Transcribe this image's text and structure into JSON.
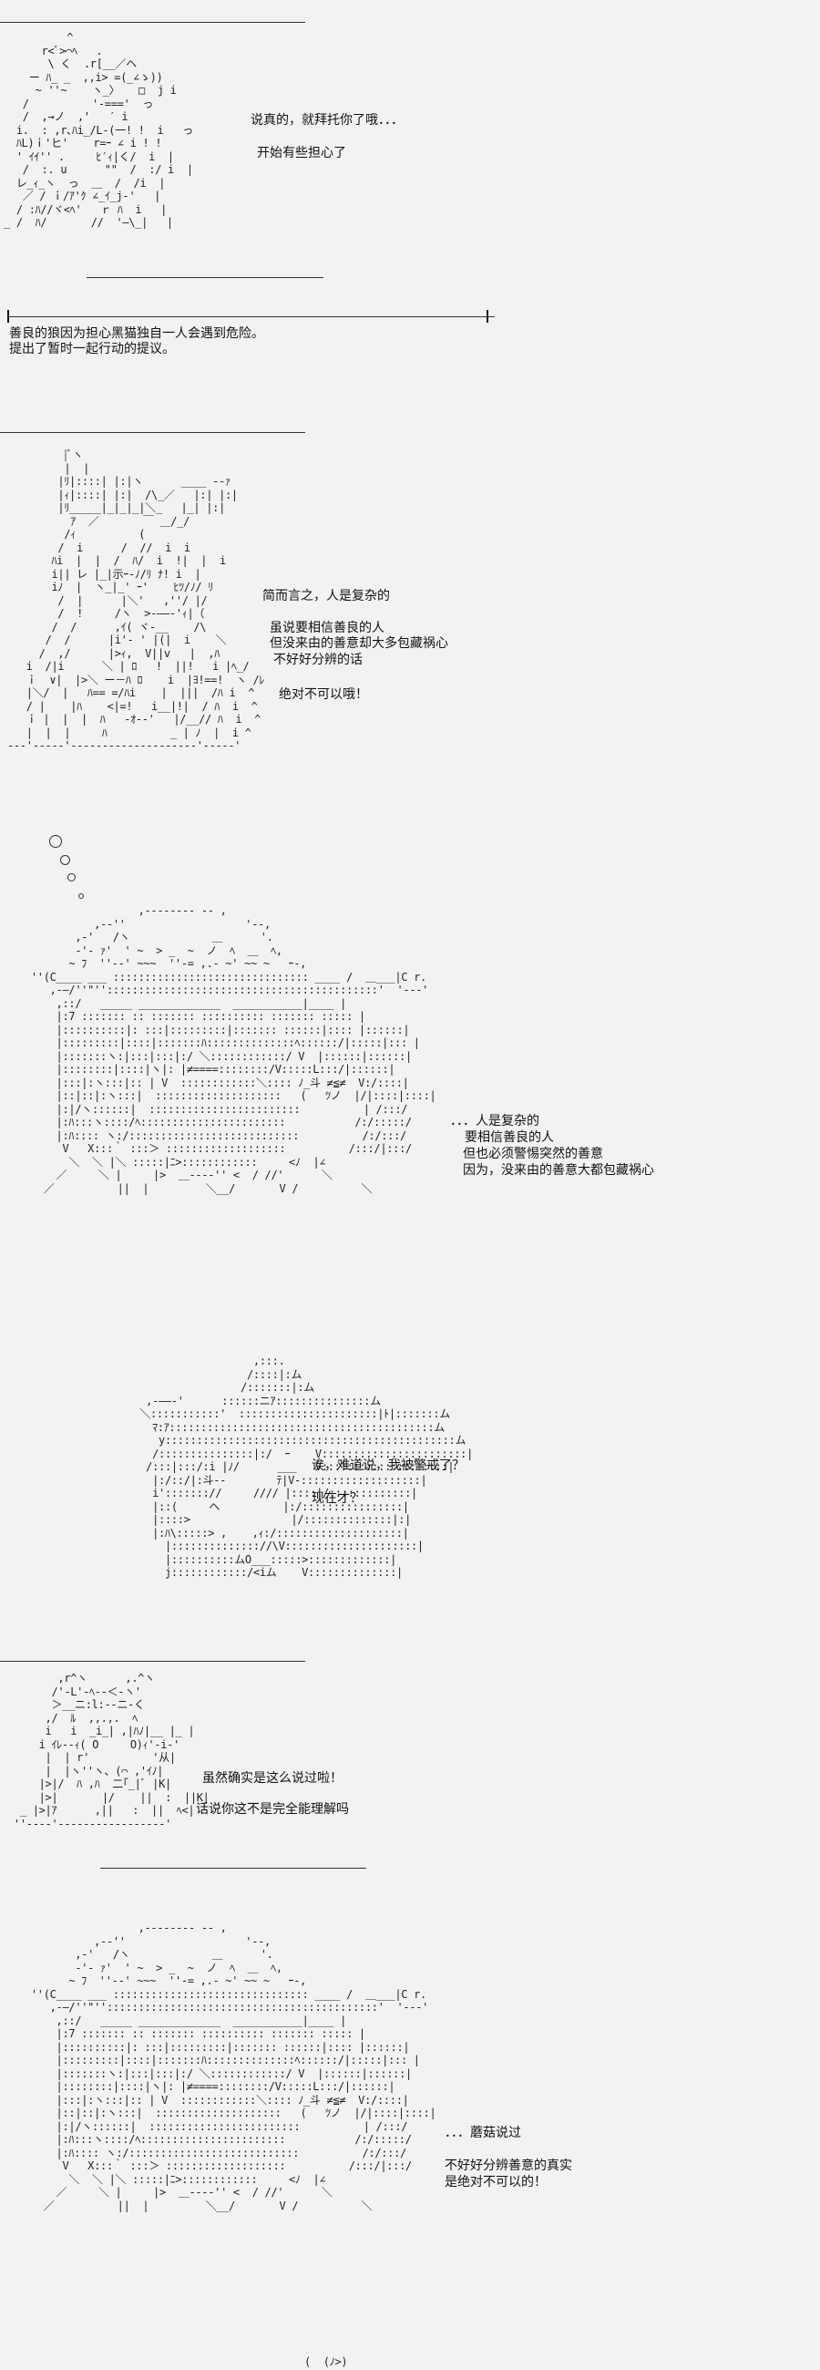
{
  "panels": [
    {
      "art": "          ^\n      r<ﾞ>⌒ﾍ   .\n       \\ く  .r[__／ヘ\n    ー ﾊ_ _  ,,i> =(_∠ゝ))\n     ~ ''~    ヽ_〉   □  j i\n   /          '-==='  っ\n   /  ,→ノ  ,'   ′ i\n  i.  : ,r､ﾊi_/L-(一! !  i   っ\n  ﾊL)ｉ'ヒ'    r=ｰ ∠ i ! !\n  ' ｲｲ'' .     ﾋ′ｨ|く/  i  |\n   /  :. u      \"\"  /  :/ i  |\n  レ_ｨ_ヽ  っ  ＿  /  /i  |\n   ／ / ｉ/ｱ'ｸ ∠_ｲ_j-'   |\n  / :ﾊ//ヾ<ﾍ'   ｒ ﾊ  i   |\n_ /  ﾊ/       //  '―\\_|   |",
      "lines": [
        "说真的，就拜托你了哦．．．",
        "开始有些担心了"
      ]
    },
    {
      "narration": [
        "善良的狼因为担心黑猫独自一人会遇到危险。",
        "提出了暂时一起行动的提议。"
      ]
    },
    {
      "art": "         |ﾞヽ\n         |  |\n        |ﾘ|::::| |:|ヽ      ____ --ｧ\n        |ｨ|::::| |:|  /\\_／   |:| |:|\n        |ﾘ_____|_|_|_|＼_   |_| |:|\n          ｱ  ／       ￣ ＿/_/\n         /ｨ          (\n        /  i      /  //  i  i\n       ﾊi  |  |  /  ﾊ/  i  !|  |  i\n       i|| レ |_|示ｰ-ﾉ/ﾘ ﾅ! i  |\n       iﾉ  |  ヽ_|_' ｰ'    ﾋﾂ/ﾉ/ ﾘ\n        /  |      |＼'   ,''/ |/\n        /  !     /ヽ  >-――-'ｨ|（\n       /  /      ,ｲ( ヾ-__    /\\\n      /  /      |i'- ' |(|  i    ＼\n     /  ,/      |>ｨ,  V||v   |  ,ﾊ\n   i  /|i      ＼ | ﾛ   !  ||!   i |ﾍ_/\n   ｉ  ∨|  |>＼ ー－ﾊ ﾛ    i  |ﾖ!==!  ヽ /ﾚ\n   |＼/  |   ﾊ== =/ﾊi    |  |||  /ﾊ i  ^\n   / |    |ﾊ    <|=!   i__|!|  / ﾊ  i  ^\n   ｉ |  |  |  ﾊ   -ｵ--'   |/__// ﾊ  i  ^\n   |  |  |     ﾊ          _ | ﾉ  |  i ^\n---'-----'--------------------'-----'",
      "lines": [
        "简而言之，人是复杂的",
        "虽说要相信善良的人",
        "但没来由的善意却大多包藏祸心",
        "不好好分辨的话",
        "绝对不可以哦！"
      ]
    },
    {
      "art": "                   ,-------- -- ,\n            ,--''                   '--,\n         ,-'   /ヽ             ＿      '.\n         -'- ｧ'  ' ~  > _  ~  ノ  ﾍ  ＿  ﾍ,\n        ~ ﾌ  ''--' ~~~  ''-= ,.- ~' ~~ ~   ｰ-,\n  ''(C____ ___ ::::::::::::::::::::::::::::::: ____ /  ＿___|C r.\n     ,-―/''\"'':::::::::::::::::::::::::::::::::::::::::::'  '---'\n      ,::/   _____ _____________  ___________|____ |\n      |:7 ::::::: :: ::::::: :::::::::: ::::::: ::::: |\n      |::::::::::|: :::|:::::::::|::::::: ::::::|:::: |::::::|\n      |:::::::::|::::|:::::::ﾊ::::::::::::::ﾍ::::::/|:::::|::: |\n      |:::::::ヽ:|:::|:::|:/ ＼::::::::::::/ V  |::::::|::::::|\n      |::::::::|::::|ヽ|: |≠====::::::::/V:::::L:::/|::::::|\n      |:::|:ヽ:::|:: | V  ::::::::::::＼:::: ﾉ_斗 ≠≦≠  V:/::::|\n      |::|::|:ヽ:::|  ::::::::::::::::::::   (   ﾂノ  |/|::::|::::|\n      |:|/ヽ::::::|  ::::::::::::::::::::::::          | /:::/\n      |:ﾊ:::ヽ::::/ﾍ:::::::::::::::::::::::           /:/:::::/\n      |:ﾊ:::: ヽ:/:::::::::::::::::::::::::::          /:/:::/\n       V   X:::｀ :::＞ :::::::::::::::::::          /:::/|:::/\n        ＼  ＼ |＼ :::::|ﾆ>::::::::::::     <ﾉ  |∠\n      ／     ＼ |     |>  ＿----'' <  / //'      ＼\n    ／          ||  |         ＼__/       V /          ＼",
      "lines": [
        "．．．人是复杂的",
        "要相信善良的人",
        "但也必须警惕突然的善意",
        "因为，没来由的善意大都包藏祸心"
      ]
    },
    {
      "art": "                            ,:::.\n                           /::::|:ム\n                          /:::::::|:ム\n           ,-――-'      ::::::ニｱ:::::::::::::::ム\n          ＼:::::::::::'  ::::::::::::::::::::::|ﾄ|:::::::ム\n            ﾏ:ｱ::::::::::::::::::::::::::::::::::::::::::ム\n             y::::::::::::::::::::::::::::::::::::::::::::::ム\n            /:::::::::::::::|:/  ｰ    V:::::::::::::::::::::::|\n           /:::|:::/:i |ﾉ/      ___   V::::::::::::::::::::|\n            |:/::/|:斗--        ﾃ|V-:::::::::::::::::::|\n            i'::::::://     //// |::::|/:::::::::::::|\n            |::(     ヘ          |:/::::::::::::::::|\n            |::::>                |/::::::::::::::|:|\n            |:ﾊ\\:::::> ,    ,ｨ:/::::::::::::::::::::|\n              |:::::::::::::://\\V:::::::::::::::::::::|\n              |::::::::::ムO___:::::>:::::::::::::|\n              j::::::::::::/<iム    V::::::::::::::|",
      "lines": [
        "诶，难道说，我被警戒了？",
        "现在才？"
      ]
    },
    {
      "art": "        ,r^ヽ      ,.^ヽ\n       /'-L'-ﾍ--＜-ヽ'\n       ＞__ニ:l:--ニ-く\n      ,/  ﾙ  ,,.,.  ﾍ\n      i   i  _i_| ,|ﾊﾉ|__ |_ |\n     i ｲﾚ--ｨ( O     O)ｨ'-i-'\n      |  | r'          '从|\n      |  |ヽ''ヽ、(⌒ ,'ｲﾉ|\n     |>|/  ﾊ ,ﾊ  二｢_|ﾞ |K|\n     |>|       |/    ||  :  ||K|\n  _ |>|ｱ      ,||   :  ||  ﾍ<|\n ''----'-----------------'",
      "lines": [
        "虽然确实是这么说过啦！",
        "话说你这不是完全能理解吗"
      ]
    },
    {
      "lines": [
        "．．．蘑菇说过",
        "",
        "不好好分辨善意的真实",
        "是绝对不可以的！"
      ]
    }
  ],
  "trailing_art": "(  (ﾉ>)"
}
